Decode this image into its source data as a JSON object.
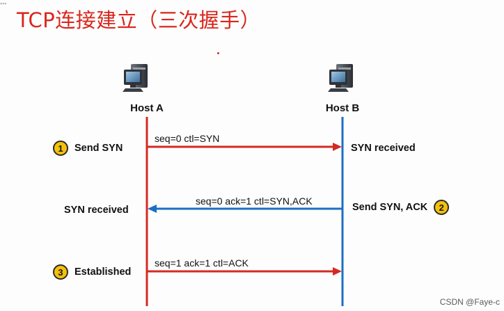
{
  "title": "TCP连接建立（三次握手）",
  "hosts": {
    "a": {
      "label": "Host A",
      "line_color": "#d42a22"
    },
    "b": {
      "label": "Host B",
      "line_color": "#1b6fc4"
    }
  },
  "messages": [
    {
      "text": "seq=0 ctl=SYN",
      "direction": "A-to-B",
      "color": "#d42a22"
    },
    {
      "text": "seq=0 ack=1 ctl=SYN,ACK",
      "direction": "B-to-A",
      "color": "#1b6fc4"
    },
    {
      "text": "seq=1 ack=1 ctl=ACK",
      "direction": "A-to-B",
      "color": "#d42a22"
    }
  ],
  "steps": [
    {
      "number": "1",
      "label": "Send SYN"
    },
    {
      "number": "2",
      "label": "Send SYN, ACK"
    },
    {
      "number": "3",
      "label": "Established"
    }
  ],
  "statuses": {
    "b_syn_received": "SYN received",
    "a_syn_received": "SYN received"
  },
  "watermark": "CSDN @Faye-c",
  "colors": {
    "title": "#d9261c",
    "badge": "#f5c10c"
  }
}
